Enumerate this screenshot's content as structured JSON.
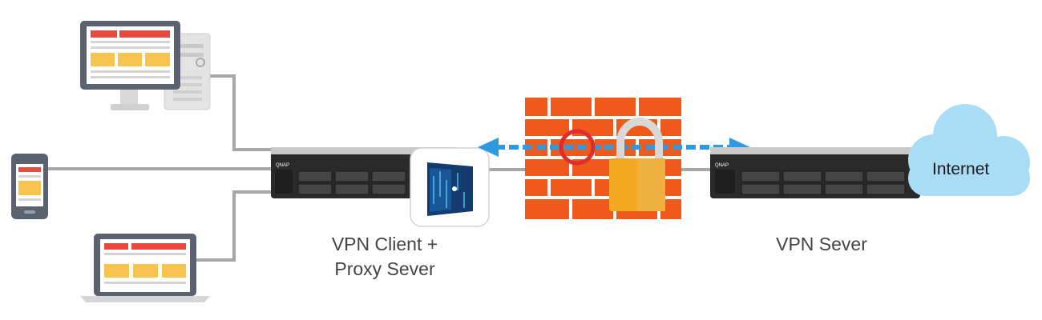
{
  "labels": {
    "client_line1": "VPN Client +",
    "client_line2": "Proxy Sever",
    "server": "VPN Sever",
    "internet": "Internet"
  },
  "nas_brand": "QNAP",
  "colors": {
    "wire": "#a7a7a7",
    "brick": "#ef5a1c",
    "mortar": "#ffffff",
    "lock_body": "#f5a821",
    "lock_shackle": "#d8d8d8",
    "arrow": "#2f9ae0",
    "cloud": "#a9dcf5",
    "nas_body": "#2a2a2a",
    "screen_red": "#e84a3f",
    "screen_yellow": "#f7c54d",
    "device_frame": "#5a6270"
  },
  "icons": [
    "desktop-computer-icon",
    "smartphone-icon",
    "laptop-icon",
    "nas-server-icon",
    "vpn-app-icon",
    "firewall-icon",
    "padlock-icon",
    "blocked-circle-icon",
    "cloud-icon"
  ]
}
